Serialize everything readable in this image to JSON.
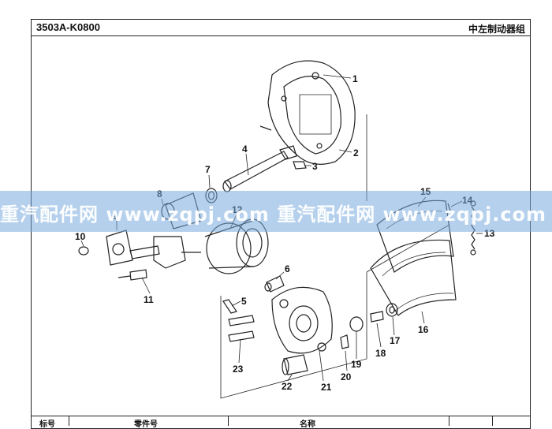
{
  "header": {
    "code": "3503A-K0800",
    "title": "中左制动器组"
  },
  "watermark": {
    "text": "重汽配件网 www.zqpj.com 重汽配件网 www.zqpj.com"
  },
  "callouts": [
    "1",
    "2",
    "3",
    "4",
    "5",
    "6",
    "7",
    "8",
    "9",
    "10",
    "11",
    "12",
    "13",
    "14",
    "15",
    "16",
    "17",
    "18",
    "19",
    "20",
    "21",
    "22",
    "23"
  ],
  "footer": {
    "col1": "标号",
    "col2": "零件号",
    "col3": "名称"
  }
}
